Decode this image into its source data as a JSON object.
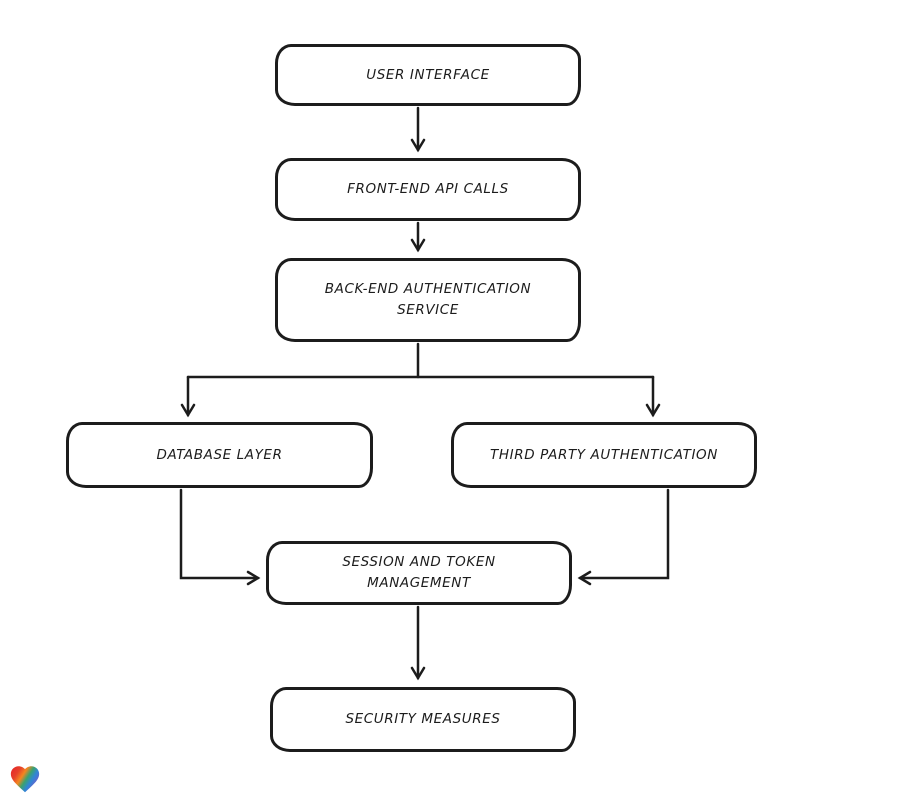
{
  "diagram": {
    "type": "flowchart",
    "style": "hand-drawn",
    "background_color": "#ffffff",
    "stroke_color": "#1c1c1c",
    "node_fill_color": "#ffffff",
    "nodes": [
      {
        "id": "user-interface",
        "label": "USER INTERFACE"
      },
      {
        "id": "front-end-api-calls",
        "label": "FRONT-END API CALLS"
      },
      {
        "id": "back-end-authentication-service",
        "label": "BACK-END AUTHENTICATION SERVICE"
      },
      {
        "id": "database-layer",
        "label": "DATABASE LAYER"
      },
      {
        "id": "third-party-authentication",
        "label": "THIRD PARTY AUTHENTICATION"
      },
      {
        "id": "session-and-token-management",
        "label": "SESSION AND TOKEN MANAGEMENT"
      },
      {
        "id": "security-measures",
        "label": "SECURITY MEASURES"
      }
    ],
    "edges": [
      {
        "from": "user-interface",
        "to": "front-end-api-calls"
      },
      {
        "from": "front-end-api-calls",
        "to": "back-end-authentication-service"
      },
      {
        "from": "back-end-authentication-service",
        "to": "database-layer"
      },
      {
        "from": "back-end-authentication-service",
        "to": "third-party-authentication"
      },
      {
        "from": "database-layer",
        "to": "session-and-token-management"
      },
      {
        "from": "third-party-authentication",
        "to": "session-and-token-management"
      },
      {
        "from": "session-and-token-management",
        "to": "security-measures"
      }
    ]
  },
  "watermark": {
    "icon": "heart-icon",
    "gradient_colors": [
      "#e52328",
      "#e6402a",
      "#f5861f",
      "#3aa26e",
      "#2f86d6",
      "#7a57c9"
    ]
  }
}
